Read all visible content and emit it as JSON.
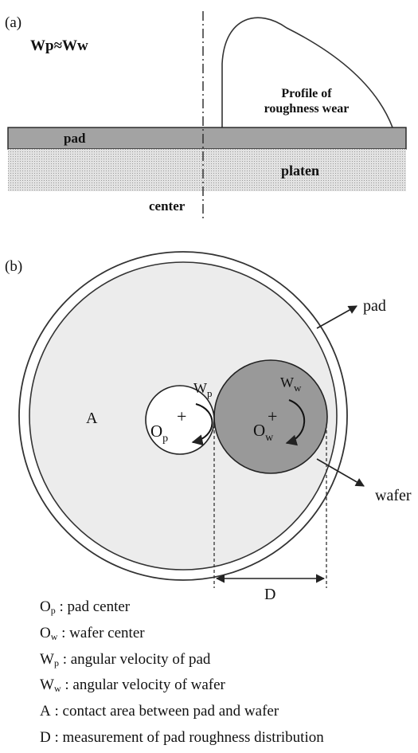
{
  "panel_a": {
    "label": "(a)",
    "equation": "Wp≈Ww",
    "profile_label_line1": "Profile of",
    "profile_label_line2": "roughness wear",
    "pad_label": "pad",
    "platen_label": "platen",
    "center_label": "center"
  },
  "panel_b": {
    "label": "(b)",
    "pad_pointer_label": "pad",
    "wafer_pointer_label": "wafer",
    "contact_area_label": "A",
    "pad_center": {
      "main": "O",
      "sub": "p"
    },
    "wafer_center": {
      "main": "O",
      "sub": "w"
    },
    "pad_velocity": {
      "main": "W",
      "sub": "p"
    },
    "wafer_velocity": {
      "main": "W",
      "sub": "w"
    },
    "plus_sign": "+",
    "dimension_label": "D"
  },
  "legend": [
    {
      "main": "O",
      "sub": "p",
      "text": " : pad center"
    },
    {
      "main": "O",
      "sub": "w",
      "text": " : wafer center"
    },
    {
      "main": "W",
      "sub": "p",
      "text": " : angular velocity of pad"
    },
    {
      "main": "W",
      "sub": "w",
      "text": " : angular velocity of wafer"
    },
    {
      "main": "A",
      "sub": "",
      "text": " : contact area between pad and wafer"
    },
    {
      "main": "D",
      "sub": "",
      "text": " : measurement of pad roughness distribution"
    }
  ],
  "colors": {
    "pad_fill": "#a3a3a3",
    "platen_fill": "#dcdcdc",
    "pad_disc_fill": "#ececec",
    "wafer_fill": "#999999",
    "line": "#222222"
  }
}
